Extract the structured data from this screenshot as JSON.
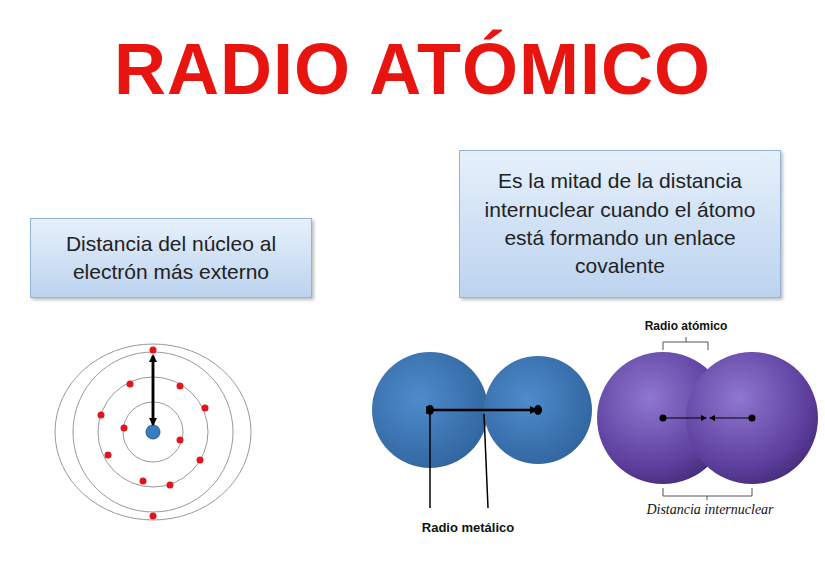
{
  "diagram": {
    "title": "RADIO ATÓMICO",
    "nodes": [
      {
        "text": [
          "Distancia del núcleo al electrón más externo"
        ]
      },
      {
        "text": [
          "Es la mitad de la distancia internuclear cuando el átomo está formando un enlace covalente"
        ]
      }
    ],
    "labels": [
      "Radio atómico",
      "Radio metálico",
      "Distancia internuclear"
    ]
  }
}
